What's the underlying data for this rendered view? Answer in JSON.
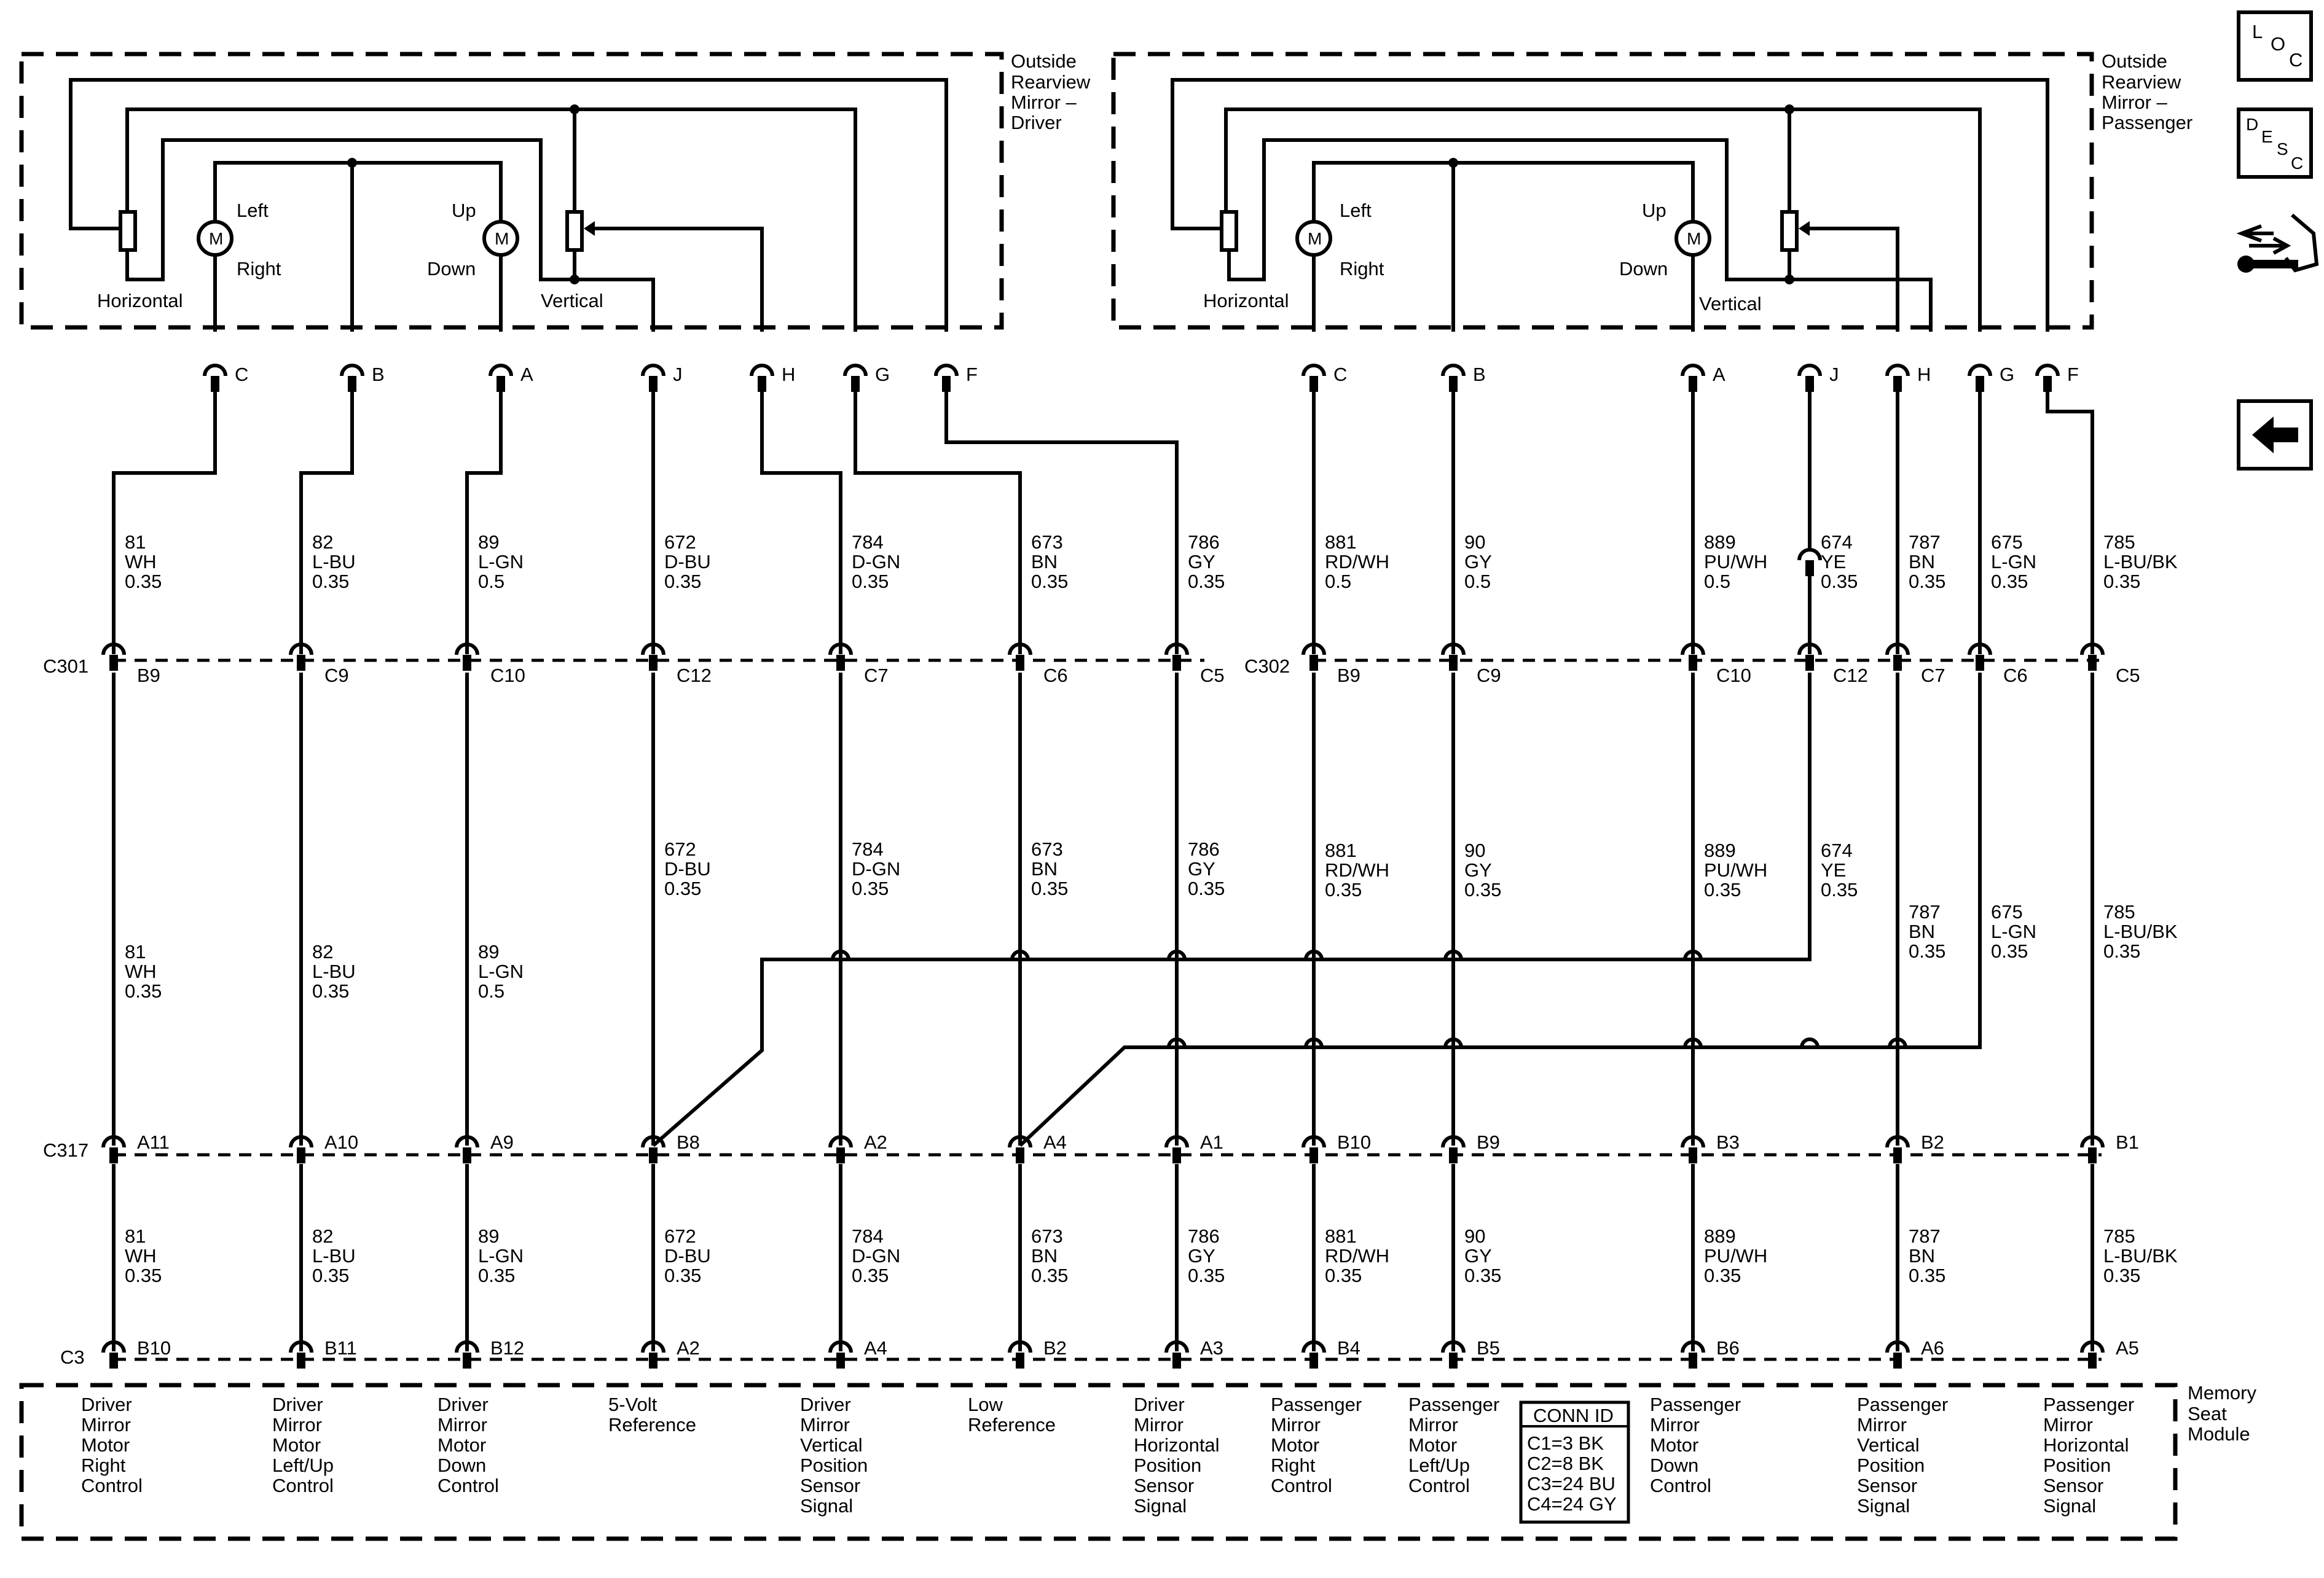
{
  "mirrors": {
    "driver": {
      "title": [
        "Outside",
        "Rearview",
        "Mirror –",
        "Driver"
      ],
      "motor_lr": [
        "Left",
        "Right"
      ],
      "motor_ud": [
        "Up",
        "Down"
      ],
      "horizontal": "Horizontal",
      "vertical": "Vertical",
      "motor_symbol": "M"
    },
    "passenger": {
      "title": [
        "Outside",
        "Rearview",
        "Mirror –",
        "Passenger"
      ],
      "motor_lr": [
        "Left",
        "Right"
      ],
      "motor_ud": [
        "Up",
        "Down"
      ],
      "horizontal": "Horizontal",
      "vertical": "Vertical",
      "motor_symbol": "M"
    }
  },
  "connectors": {
    "c301": "C301",
    "c302": "C302",
    "c317": "C317",
    "c3": "C3"
  },
  "wires": [
    {
      "mirror_pin": "C",
      "seg1": [
        "81",
        "WH",
        "0.35"
      ],
      "bulk": "B9",
      "seg2": [
        "81",
        "WH",
        "0.35"
      ],
      "mid": "A11",
      "seg3": [
        "81",
        "WH",
        "0.35"
      ],
      "module_pin": "B10",
      "function": [
        "Driver",
        "Mirror",
        "Motor",
        "Right",
        "Control"
      ]
    },
    {
      "mirror_pin": "B",
      "seg1": [
        "82",
        "L-BU",
        "0.35"
      ],
      "bulk": "C9",
      "seg2": [
        "82",
        "L-BU",
        "0.35"
      ],
      "mid": "A10",
      "seg3": [
        "82",
        "L-BU",
        "0.35"
      ],
      "module_pin": "B11",
      "function": [
        "Driver",
        "Mirror",
        "Motor",
        "Left/Up",
        "Control"
      ]
    },
    {
      "mirror_pin": "A",
      "seg1": [
        "89",
        "L-GN",
        "0.5"
      ],
      "bulk": "C10",
      "seg2": [
        "89",
        "L-GN",
        "0.5"
      ],
      "mid": "A9",
      "seg3": [
        "89",
        "L-GN",
        "0.35"
      ],
      "module_pin": "B12",
      "function": [
        "Driver",
        "Mirror",
        "Motor",
        "Down",
        "Control"
      ]
    },
    {
      "mirror_pin": "J",
      "seg1": [
        "672",
        "D-BU",
        "0.35"
      ],
      "bulk": "C12",
      "seg2": [
        "672",
        "D-BU",
        "0.35"
      ],
      "mid": "B8",
      "seg3": [
        "672",
        "D-BU",
        "0.35"
      ],
      "module_pin": "A2",
      "function": [
        "5-Volt",
        "Reference"
      ]
    },
    {
      "mirror_pin": "H",
      "seg1": [
        "784",
        "D-GN",
        "0.35"
      ],
      "bulk": "C7",
      "seg2": [
        "784",
        "D-GN",
        "0.35"
      ],
      "mid": "A2",
      "seg3": [
        "784",
        "D-GN",
        "0.35"
      ],
      "module_pin": "A4",
      "function": [
        "Driver",
        "Mirror",
        "Vertical",
        "Position",
        "Sensor",
        "Signal"
      ]
    },
    {
      "mirror_pin": "G",
      "seg1": [
        "673",
        "BN",
        "0.35"
      ],
      "bulk": "C6",
      "seg2": [
        "673",
        "BN",
        "0.35"
      ],
      "mid": "A4",
      "seg3": [
        "673",
        "BN",
        "0.35"
      ],
      "module_pin": "B2",
      "function": [
        "Low",
        "Reference"
      ]
    },
    {
      "mirror_pin": "F",
      "seg1": [
        "786",
        "GY",
        "0.35"
      ],
      "bulk": "C5",
      "seg2": [
        "786",
        "GY",
        "0.35"
      ],
      "mid": "A1",
      "seg3": [
        "786",
        "GY",
        "0.35"
      ],
      "module_pin": "A3",
      "function": [
        "Driver",
        "Mirror",
        "Horizontal",
        "Position",
        "Sensor",
        "Signal"
      ]
    },
    {
      "mirror_pin": "C",
      "seg1": [
        "881",
        "RD/WH",
        "0.5"
      ],
      "bulk": "B9",
      "seg2": [
        "881",
        "RD/WH",
        "0.35"
      ],
      "mid": "B10",
      "seg3": [
        "881",
        "RD/WH",
        "0.35"
      ],
      "module_pin": "B4",
      "function": [
        "Passenger",
        "Mirror",
        "Motor",
        "Right",
        "Control"
      ]
    },
    {
      "mirror_pin": "B",
      "seg1": [
        "90",
        "GY",
        "0.5"
      ],
      "bulk": "C9",
      "seg2": [
        "90",
        "GY",
        "0.35"
      ],
      "mid": "B9",
      "seg3": [
        "90",
        "GY",
        "0.35"
      ],
      "module_pin": "B5",
      "function": [
        "Passenger",
        "Mirror",
        "Motor",
        "Left/Up",
        "Control"
      ]
    },
    {
      "mirror_pin": "A",
      "seg1": [
        "889",
        "PU/WH",
        "0.5"
      ],
      "bulk": "C10",
      "seg2": [
        "889",
        "PU/WH",
        "0.35"
      ],
      "mid": "B3",
      "seg3": [
        "889",
        "PU/WH",
        "0.35"
      ],
      "module_pin": "B6",
      "function": [
        "Passenger",
        "Mirror",
        "Motor",
        "Down",
        "Control"
      ]
    },
    {
      "mirror_pin": "J",
      "seg1": [
        "674",
        "YE",
        "0.35"
      ],
      "bulk": "C12",
      "seg2": [
        "674",
        "YE",
        "0.35"
      ]
    },
    {
      "mirror_pin": "H",
      "seg1": [
        "787",
        "BN",
        "0.35"
      ],
      "bulk": "C7",
      "seg2": [
        "787",
        "BN",
        "0.35"
      ],
      "mid": "B2",
      "seg3": [
        "787",
        "BN",
        "0.35"
      ],
      "module_pin": "A6",
      "function": [
        "Passenger",
        "Mirror",
        "Vertical",
        "Position",
        "Sensor",
        "Signal"
      ]
    },
    {
      "mirror_pin": "G",
      "seg1": [
        "675",
        "L-GN",
        "0.35"
      ],
      "bulk": "C6",
      "seg2": [
        "675",
        "L-GN",
        "0.35"
      ]
    },
    {
      "mirror_pin": "F",
      "seg1": [
        "785",
        "L-BU/BK",
        "0.35"
      ],
      "bulk": "C5",
      "seg2": [
        "785",
        "L-BU/BK",
        "0.35"
      ],
      "mid": "B1",
      "seg3": [
        "785",
        "L-BU/BK",
        "0.35"
      ],
      "module_pin": "A5",
      "function": [
        "Passenger",
        "Mirror",
        "Horizontal",
        "Position",
        "Sensor",
        "Signal"
      ]
    }
  ],
  "module": {
    "name": [
      "Memory",
      "Seat",
      "Module"
    ],
    "conn_id_title": "CONN ID",
    "conn_id": [
      "C1=3 BK",
      "C2=8 BK",
      "C3=24 BU",
      "C4=24 GY"
    ]
  },
  "nav": {
    "loc": [
      "L",
      "O",
      "C"
    ],
    "desc": [
      "D",
      "E",
      "S",
      "C"
    ],
    "icons": [
      "connector-tool-icon",
      "back-arrow-icon"
    ]
  }
}
